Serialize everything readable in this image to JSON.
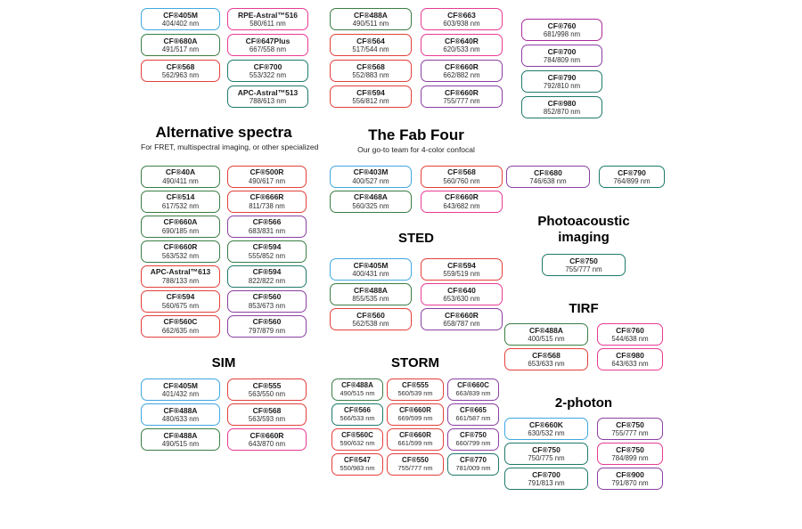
{
  "palette": {
    "blue": "#3ea8e0",
    "green": "#3a7d44",
    "teal": "#1e7a6c",
    "red": "#e2403a",
    "pink": "#e93a94",
    "magenta": "#ad2a9c",
    "purple": "#8a3fa2"
  },
  "top_cols": [
    [
      {
        "name": "CF®405M",
        "ex_em": "404/402 nm",
        "color": "blue"
      },
      {
        "name": "CF®680A",
        "ex_em": "491/517 nm",
        "color": "green"
      },
      {
        "name": "CF®568",
        "ex_em": "562/963 nm",
        "color": "red"
      }
    ],
    [
      {
        "name": "RPE-Astral™516",
        "ex_em": "580/611 nm",
        "color": "pink"
      },
      {
        "name": "CF®647Plus",
        "ex_em": "667/558 nm",
        "color": "pink"
      },
      {
        "name": "CF®700",
        "ex_em": "553/322 nm",
        "color": "teal"
      },
      {
        "name": "APC-Astral™513",
        "ex_em": "788/613 nm",
        "color": "teal"
      }
    ],
    [
      {
        "name": "CF®488A",
        "ex_em": "490/511 nm",
        "color": "green"
      },
      {
        "name": "CF®564",
        "ex_em": "517/544 nm",
        "color": "red"
      },
      {
        "name": "CF®568",
        "ex_em": "552/883 nm",
        "color": "red"
      },
      {
        "name": "CF®594",
        "ex_em": "556/812 nm",
        "color": "red"
      }
    ],
    [
      {
        "name": "CF®663",
        "ex_em": "603/938 nm",
        "color": "pink"
      },
      {
        "name": "CF®640R",
        "ex_em": "620/533 nm",
        "color": "pink"
      },
      {
        "name": "CF®660R",
        "ex_em": "662/882 nm",
        "color": "purple"
      },
      {
        "name": "CF®660R",
        "ex_em": "755/777 nm",
        "color": "purple"
      }
    ],
    [
      {
        "name": "CF®760",
        "ex_em": "681/998 nm",
        "color": "magenta"
      },
      {
        "name": "CF®700",
        "ex_em": "784/809 nm",
        "color": "purple"
      },
      {
        "name": "CF®790",
        "ex_em": "792/810 nm",
        "color": "teal"
      },
      {
        "name": "CF®980",
        "ex_em": "852/870 nm",
        "color": "teal"
      }
    ]
  ],
  "sections": {
    "alternative": {
      "title": "Alternative spectra",
      "subtitle": "For FRET, multispectral imaging, or other specialized",
      "cols": [
        [
          {
            "name": "CF®40A",
            "ex_em": "490/411 nm",
            "color": "green"
          },
          {
            "name": "CF®514",
            "ex_em": "617/532 nm",
            "color": "green"
          },
          {
            "name": "CF®660A",
            "ex_em": "690/185 nm",
            "color": "green"
          },
          {
            "name": "CF®660R",
            "ex_em": "563/532 nm",
            "color": "green"
          },
          {
            "name": "APC-Astral™613",
            "ex_em": "788/133 nm",
            "color": "red"
          },
          {
            "name": "CF®594",
            "ex_em": "560/675 nm",
            "color": "red"
          },
          {
            "name": "CF®560C",
            "ex_em": "662/635 nm",
            "color": "red"
          }
        ],
        [
          {
            "name": "CF®500R",
            "ex_em": "490/617 nm",
            "color": "red"
          },
          {
            "name": "CF®666R",
            "ex_em": "811/738 nm",
            "color": "red"
          },
          {
            "name": "CF®566",
            "ex_em": "683/831 nm",
            "color": "purple"
          },
          {
            "name": "CF®594",
            "ex_em": "555/852 nm",
            "color": "green"
          },
          {
            "name": "CF®594",
            "ex_em": "822/822 nm",
            "color": "teal"
          },
          {
            "name": "CF®560",
            "ex_em": "853/673 nm",
            "color": "purple"
          },
          {
            "name": "CF®560",
            "ex_em": "797/879 nm",
            "color": "purple"
          }
        ]
      ]
    },
    "fab_four": {
      "title": "The Fab Four",
      "subtitle": "Our go-to team for 4-color confocal",
      "cols": [
        [
          {
            "name": "CF®403M",
            "ex_em": "400/527 nm",
            "color": "blue"
          },
          {
            "name": "CF®468A",
            "ex_em": "560/325 nm",
            "color": "green"
          }
        ],
        [
          {
            "name": "CF®568",
            "ex_em": "560/760 nm",
            "color": "red"
          },
          {
            "name": "CF®660R",
            "ex_em": "643/682 nm",
            "color": "pink"
          }
        ]
      ]
    },
    "sted": {
      "title": "STED",
      "cols": [
        [
          {
            "name": "CF®405M",
            "ex_em": "400/431 nm",
            "color": "blue"
          },
          {
            "name": "CF®488A",
            "ex_em": "855/535 nm",
            "color": "green"
          },
          {
            "name": "CF®560",
            "ex_em": "562/538 nm",
            "color": "red"
          }
        ],
        [
          {
            "name": "CF®594",
            "ex_em": "559/519 nm",
            "color": "red"
          },
          {
            "name": "CF®640",
            "ex_em": "653/630 nm",
            "color": "pink"
          },
          {
            "name": "CF®660R",
            "ex_em": "658/787 nm",
            "color": "purple"
          }
        ]
      ]
    },
    "sim": {
      "title": "SIM",
      "cols": [
        [
          {
            "name": "CF®405M",
            "ex_em": "401/432 nm",
            "color": "blue"
          },
          {
            "name": "CF®488A",
            "ex_em": "480/633 nm",
            "color": "blue"
          },
          {
            "name": "CF®488A",
            "ex_em": "490/515 nm",
            "color": "green"
          }
        ],
        [
          {
            "name": "CF®555",
            "ex_em": "563/550 nm",
            "color": "red"
          },
          {
            "name": "CF®568",
            "ex_em": "563/593 nm",
            "color": "red"
          },
          {
            "name": "CF®660R",
            "ex_em": "643/870 nm",
            "color": "pink"
          }
        ]
      ]
    },
    "storm": {
      "title": "STORM",
      "cols": [
        [
          {
            "name": "CF®488A",
            "ex_em": "490/515 nm",
            "color": "green"
          },
          {
            "name": "CF®566",
            "ex_em": "566/533 nm",
            "color": "teal"
          },
          {
            "name": "CF®560C",
            "ex_em": "590/632 nm",
            "color": "red"
          },
          {
            "name": "CF®547",
            "ex_em": "550/983 nm",
            "color": "red"
          }
        ],
        [
          {
            "name": "CF®555",
            "ex_em": "560/539 nm",
            "color": "red"
          },
          {
            "name": "CF®660R",
            "ex_em": "669/599 nm",
            "color": "red"
          },
          {
            "name": "CF®660R",
            "ex_em": "661/599 nm",
            "color": "red"
          },
          {
            "name": "CF®550",
            "ex_em": "755/777 nm",
            "color": "red"
          }
        ],
        [
          {
            "name": "CF®660C",
            "ex_em": "663/839 nm",
            "color": "purple"
          },
          {
            "name": "CF®665",
            "ex_em": "661/587 nm",
            "color": "purple"
          },
          {
            "name": "CF®750",
            "ex_em": "660/799 nm",
            "color": "purple"
          },
          {
            "name": "CF®770",
            "ex_em": "781/009 nm",
            "color": "teal"
          }
        ]
      ]
    },
    "highlight_pair": {
      "cols": [
        [
          {
            "name": "CF®680",
            "ex_em": "746/638 nm",
            "color": "purple"
          }
        ],
        [
          {
            "name": "CF®790",
            "ex_em": "764/899 nm",
            "color": "teal"
          }
        ]
      ]
    },
    "photoacoustic": {
      "title": "Photoacoustic imaging",
      "cols": [
        [
          {
            "name": "CF®750",
            "ex_em": "755/777 nm",
            "color": "teal"
          }
        ]
      ]
    },
    "tirf": {
      "title": "TIRF",
      "cols": [
        [
          {
            "name": "CF®488A",
            "ex_em": "400/515 nm",
            "color": "green"
          },
          {
            "name": "CF®568",
            "ex_em": "653/633 nm",
            "color": "red"
          }
        ],
        [
          {
            "name": "CF®760",
            "ex_em": "544/638 nm",
            "color": "pink"
          },
          {
            "name": "CF®980",
            "ex_em": "643/633 nm",
            "color": "pink"
          }
        ]
      ]
    },
    "two_photon": {
      "title": "2-photon",
      "cols": [
        [
          {
            "name": "CF®660K",
            "ex_em": "630/532 nm",
            "color": "blue"
          },
          {
            "name": "CF®750",
            "ex_em": "750/775 nm",
            "color": "teal"
          },
          {
            "name": "CF®700",
            "ex_em": "791/813 nm",
            "color": "teal"
          }
        ],
        [
          {
            "name": "CF®750",
            "ex_em": "755/777 nm",
            "color": "purple"
          },
          {
            "name": "CF®750",
            "ex_em": "784/899 nm",
            "color": "pink"
          },
          {
            "name": "CF®900",
            "ex_em": "791/870 nm",
            "color": "purple"
          }
        ]
      ]
    }
  }
}
